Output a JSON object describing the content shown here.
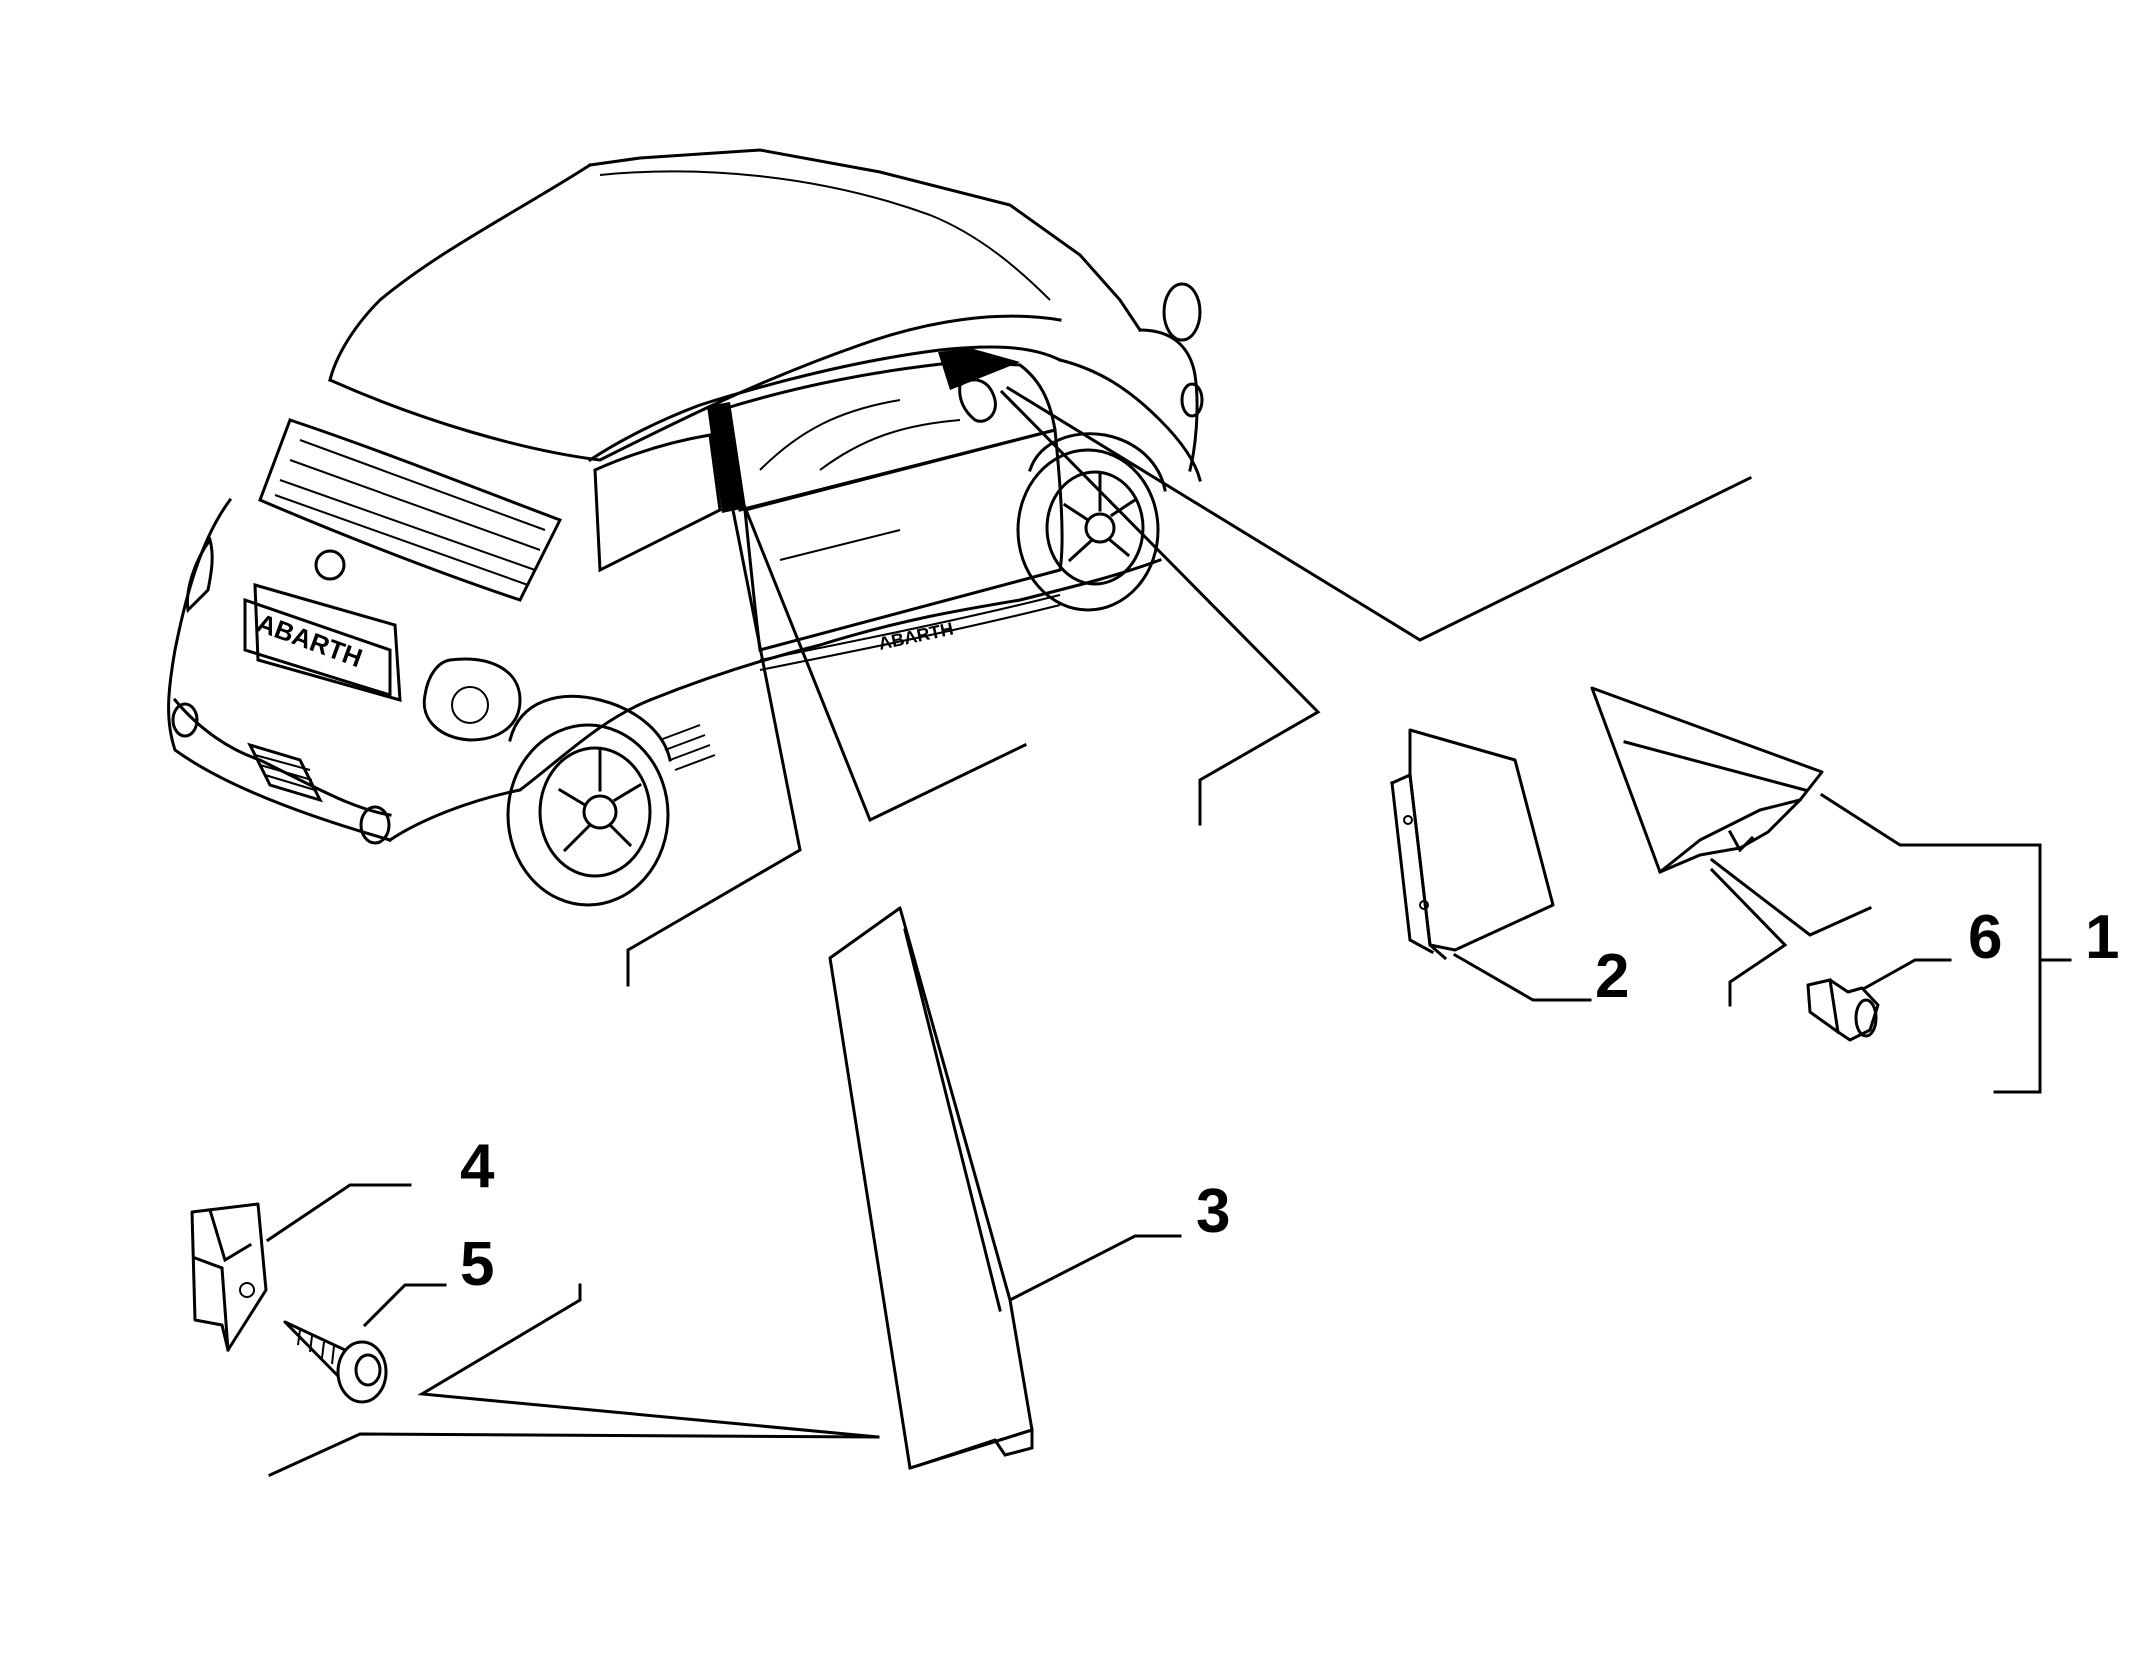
{
  "callouts": {
    "c1": "1",
    "c2": "2",
    "c3": "3",
    "c4": "4",
    "c5": "5",
    "c6": "6"
  },
  "car": {
    "plate_text": "ABARTH",
    "side_decal_text": "ABARTH"
  },
  "colors": {
    "line": "#000000",
    "background": "#ffffff",
    "highlight": "#000000"
  }
}
